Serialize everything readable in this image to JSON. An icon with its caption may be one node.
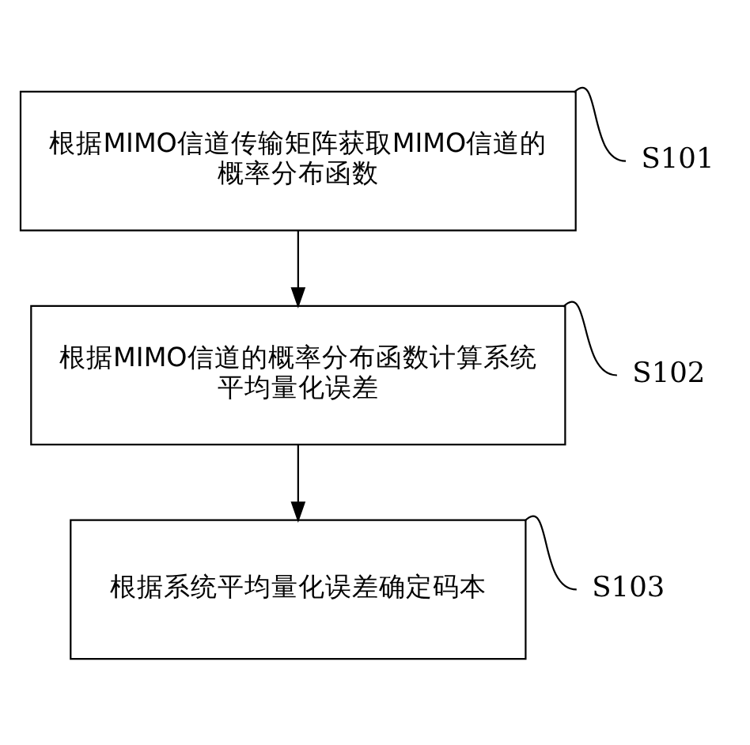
{
  "diagram": {
    "nodes": [
      {
        "text": [
          "根据MIMO信道传输矩阵获取MIMO信道的概率分布函数"
        ]
      },
      {
        "text": [
          "S101"
        ]
      },
      {
        "text": [
          "根据MIMO信道的概率分布函数计算系统平均量化误差"
        ]
      },
      {
        "text": [
          "S102"
        ]
      },
      {
        "text": [
          "根据系统平均量化误差确定码本"
        ]
      },
      {
        "text": [
          "S103"
        ]
      }
    ],
    "edges": [
      {
        "from": 0,
        "to": 2,
        "arrow": "to"
      },
      {
        "from": 2,
        "to": 4,
        "arrow": "to"
      },
      {
        "from": 1,
        "to": 0,
        "arrow": "none"
      },
      {
        "from": 3,
        "to": 2,
        "arrow": "none"
      },
      {
        "from": 5,
        "to": 4,
        "arrow": "none"
      }
    ]
  }
}
